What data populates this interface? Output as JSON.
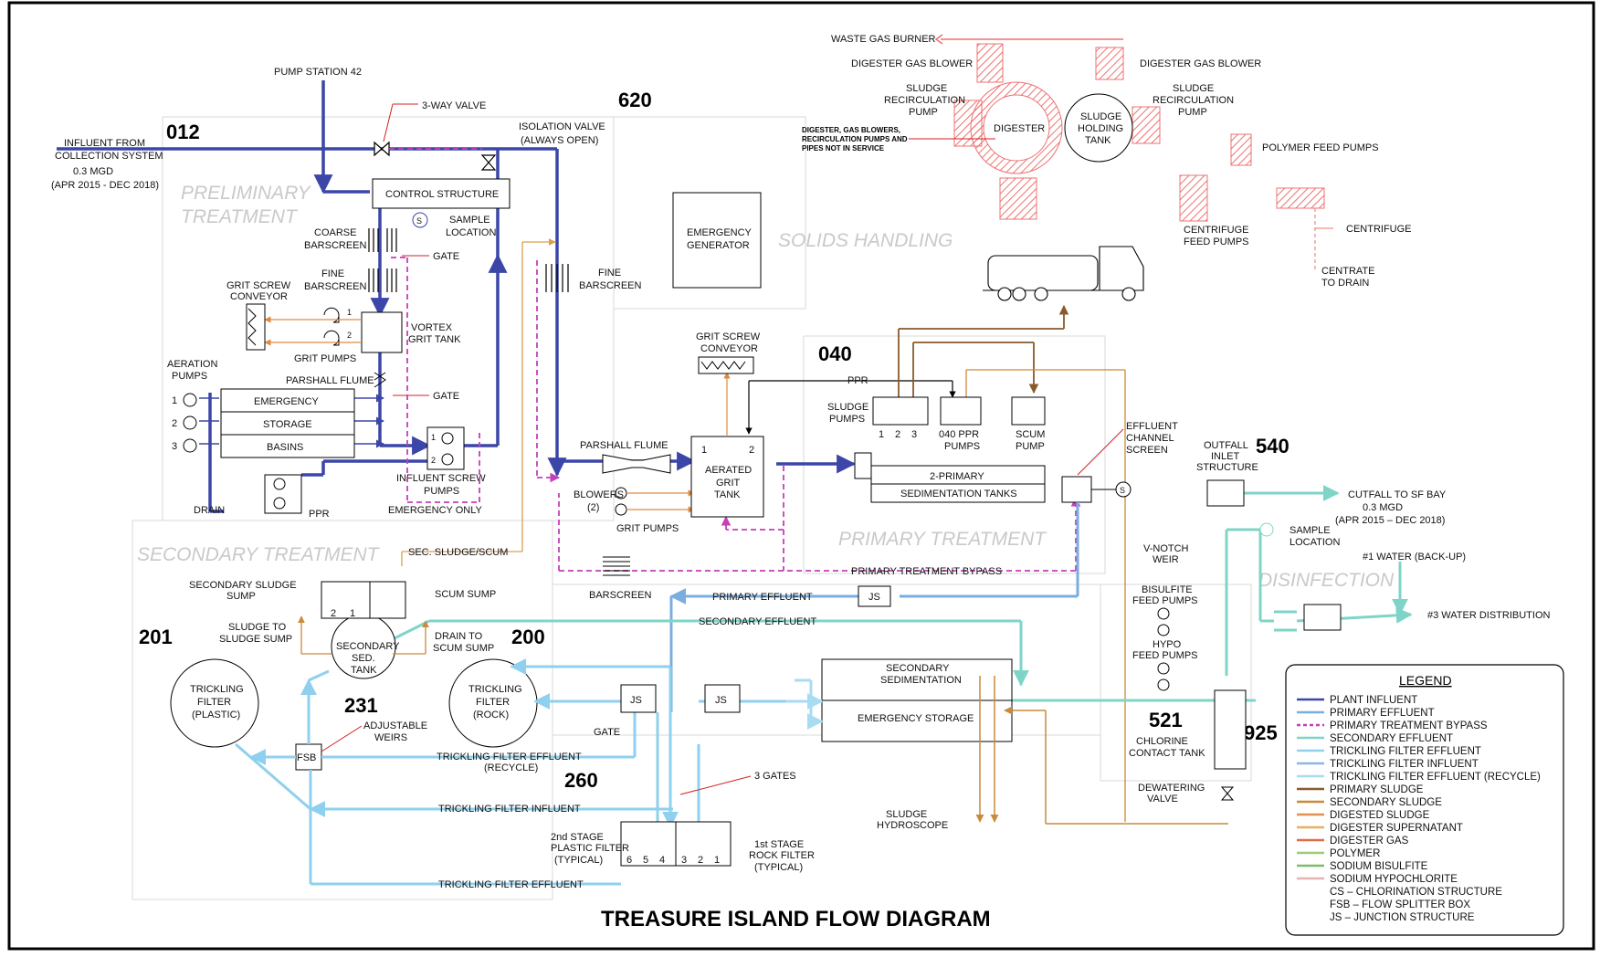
{
  "title": "TREASURE ISLAND FLOW DIAGRAM",
  "colors": {
    "plant_influent": "#3b46a8",
    "primary_effluent": "#7aaee0",
    "bypass": "#c43fb8",
    "secondary_effluent": "#7fd4c8",
    "tf_effluent": "#8fd0ee",
    "primary_sludge": "#8a5a2b",
    "secondary_sludge": "#c98a3a",
    "digested_sludge": "#e09050",
    "supernatant": "#e8b060",
    "digester_gas": "#e06a4a",
    "polymer": "#9ccc78",
    "bisulfite": "#7fba6a",
    "hypochlorite": "#e6b4b4",
    "solids": "#ef7070"
  },
  "areas": {
    "preliminary": "PRELIMINARY TREATMENT",
    "solids": "SOLIDS HANDLING",
    "primary": "PRIMARY TREATMENT",
    "secondary": "SECONDARY TREATMENT",
    "disinfection": "DISINFECTION"
  },
  "area_numbers": {
    "n012": "012",
    "n620": "620",
    "n040": "040",
    "n540": "540",
    "n201": "201",
    "n200": "200",
    "n231": "231",
    "n260": "260",
    "n521": "521",
    "n925": "925"
  },
  "labels": {
    "pump_station": "PUMP STATION 42",
    "three_way_valve": "3-WAY VALVE",
    "isolation_valve_1": "ISOLATION VALVE",
    "isolation_valve_2": "(ALWAYS OPEN)",
    "influent_1": "INFLUENT FROM",
    "influent_2": "COLLECTION SYSTEM",
    "influent_3": "0.3 MGD",
    "influent_4": "(APR 2015 - DEC 2018)",
    "control_structure": "CONTROL STRUCTURE",
    "sample_location_1": "SAMPLE",
    "sample_location_2": "LOCATION",
    "coarse_1": "COARSE",
    "coarse_2": "BARSCREEN",
    "gate": "GATE",
    "fine_1": "FINE",
    "fine_2": "BARSCREEN",
    "grit_conv_1": "GRIT SCREW",
    "grit_conv_2": "CONVEYOR",
    "vortex_1": "VORTEX",
    "vortex_2": "GRIT TANK",
    "grit_pumps": "GRIT PUMPS",
    "aeration_1": "AERATION",
    "aeration_2": "PUMPS",
    "parshall": "PARSHALL FLUME",
    "emergency": "EMERGENCY",
    "storage": "STORAGE",
    "basins": "BASINS",
    "drain": "DRAIN",
    "ppr": "PPR",
    "isp_1": "INFLUENT SCREW",
    "isp_2": "PUMPS",
    "emergency_only": "EMERGENCY ONLY",
    "emergency_gen_1": "EMERGENCY",
    "emergency_gen_2": "GENERATOR",
    "fine_bar_2_1": "FINE",
    "fine_bar_2_2": "BARSCREEN",
    "parshall_2": "PARSHALL FLUME",
    "blowers_1": "BLOWERS",
    "blowers_2": "(2)",
    "grit_pumps_2": "GRIT PUMPS",
    "aerated_1": "AERATED",
    "aerated_2": "GRIT",
    "aerated_3": "TANK",
    "grit_conv2_1": "GRIT SCREW",
    "grit_conv2_2": "CONVEYOR",
    "ppr_2": "PPR",
    "sludge_pumps_1": "SLUDGE",
    "sludge_pumps_2": "PUMPS",
    "ppr_pumps_1": "040 PPR",
    "ppr_pumps_2": "PUMPS",
    "scum_pump_1": "SCUM",
    "scum_pump_2": "PUMP",
    "two_primary": "2-PRIMARY",
    "sed_tanks": "SEDIMENTATION TANKS",
    "eff_channel_1": "EFFLUENT",
    "eff_channel_2": "CHANNEL",
    "eff_channel_3": "SCREEN",
    "barscreen": "BARSCREEN",
    "primary_bypass": "PRIMARY TREATMENT BYPASS",
    "primary_effluent": "PRIMARY EFFLUENT",
    "secondary_effluent": "SECONDARY EFFLUENT",
    "js": "JS",
    "sec_sludge_scum": "SEC. SLUDGE/SCUM",
    "sec_sludge_sump_1": "SECONDARY SLUDGE",
    "sec_sludge_sump_2": "SUMP",
    "scum_sump": "SCUM SUMP",
    "sludge_to_1": "SLUDGE TO",
    "sludge_to_2": "SLUDGE SUMP",
    "drain_to_1": "DRAIN TO",
    "drain_to_2": "SCUM SUMP",
    "sec_sed_tank_1": "SECONDARY",
    "sec_sed_tank_2": "SED.",
    "sec_sed_tank_3": "TANK",
    "tf_plastic_1": "TRICKLING",
    "tf_plastic_2": "FILTER",
    "tf_plastic_3": "(PLASTIC)",
    "tf_rock_1": "TRICKLING",
    "tf_rock_2": "FILTER",
    "tf_rock_3": "(ROCK)",
    "adj_weirs_1": "ADJUSTABLE",
    "adj_weirs_2": "WEIRS",
    "fsb": "FSB",
    "tfe_recycle_1": "TRICKLING FILTER EFFLUENT",
    "tfe_recycle_2": "(RECYCLE)",
    "tf_influent": "TRICKLING FILTER INFLUENT",
    "tf_effluent": "TRICKLING FILTER EFFLUENT",
    "gate_2": "GATE",
    "three_gates": "3 GATES",
    "second_stage_1": "2nd STAGE",
    "second_stage_2": "PLASTIC FILTER",
    "second_stage_3": "(TYPICAL)",
    "first_stage_1": "1st STAGE",
    "first_stage_2": "ROCK FILTER",
    "first_stage_3": "(TYPICAL)",
    "sec_sed_1": "SECONDARY",
    "sec_sed_2": "SEDIMENTATION",
    "emergency_storage": "EMERGENCY STORAGE",
    "hydroscope_1": "SLUDGE",
    "hydroscope_2": "HYDROSCOPE",
    "waste_gas": "WASTE GAS BURNER",
    "digester_blower_1": "DIGESTER GAS BLOWER",
    "digester_blower_2": "DIGESTER GAS BLOWER",
    "sludge_recirc_1": "SLUDGE",
    "sludge_recirc_2": "RECIRCULATION",
    "sludge_recirc_3": "PUMP",
    "digester": "DIGESTER",
    "digester_note_1": "DIGESTER, GAS BLOWERS,",
    "digester_note_2": "RECIRCULATION PUMPS AND",
    "digester_note_3": "PIPES NOT IN SERVICE",
    "holding_1": "SLUDGE",
    "holding_2": "HOLDING",
    "holding_3": "TANK",
    "polymer_pumps": "POLYMER FEED PUMPS",
    "centrifuge": "CENTRIFUGE",
    "centrifuge_feed_1": "CENTRIFUGE",
    "centrifuge_feed_2": "FEED PUMPS",
    "centrate_1": "CENTRATE",
    "centrate_2": "TO DRAIN",
    "outfall_1": "OUTFALL",
    "outfall_2": "INLET",
    "outfall_3": "STRUCTURE",
    "cutfall_1": "CUTFALL TO SF BAY",
    "cutfall_2": "0.3 MGD",
    "cutfall_3": "(APR 2015 – DEC 2018)",
    "sample_loc_1": "SAMPLE",
    "sample_loc_2": "LOCATION",
    "vnotch_1": "V-NOTCH",
    "vnotch_2": "WEIR",
    "water_backup": "#1 WATER (BACK-UP)",
    "water_dist": "#3 WATER DISTRIBUTION",
    "bisulfite_1": "BISULFITE",
    "bisulfite_2": "FEED PUMPS",
    "hypo_1": "HYPO",
    "hypo_2": "FEED PUMPS",
    "contact_1": "CHLORINE",
    "contact_2": "CONTACT TANK",
    "dewater_1": "DEWATERING",
    "dewater_2": "VALVE"
  },
  "legend": {
    "title": "LEGEND",
    "items": [
      {
        "label": "PLANT  INFLUENT",
        "color": "#3b46a8",
        "dash": false
      },
      {
        "label": "PRIMARY  EFFLUENT",
        "color": "#7aaee0",
        "dash": false
      },
      {
        "label": "PRIMARY  TREATMENT  BYPASS",
        "color": "#c43fb8",
        "dash": true
      },
      {
        "label": "SECONDARY  EFFLUENT",
        "color": "#7fd4c8",
        "dash": false
      },
      {
        "label": "TRICKLING  FILTER  EFFLUENT",
        "color": "#8fd0ee",
        "dash": false
      },
      {
        "label": "TRICKLING  FILTER  INFLUENT",
        "color": "#8ab8e6",
        "dash": false
      },
      {
        "label": "TRICKLING  FILTER  EFFLUENT  (RECYCLE)",
        "color": "#a8dcf2",
        "dash": false
      },
      {
        "label": "PRIMARY    SLUDGE",
        "color": "#8a5a2b",
        "dash": false
      },
      {
        "label": "SECONDARY  SLUDGE",
        "color": "#c98a3a",
        "dash": false
      },
      {
        "label": "DIGESTED  SLUDGE",
        "color": "#e09050",
        "dash": false
      },
      {
        "label": "DIGESTER  SUPERNATANT",
        "color": "#e8b060",
        "dash": false
      },
      {
        "label": "DIGESTER  GAS",
        "color": "#e06a4a",
        "dash": false
      },
      {
        "label": "POLYMER",
        "color": "#9ccc78",
        "dash": false
      },
      {
        "label": "SODIUM  BISULFITE",
        "color": "#7fba6a",
        "dash": false
      },
      {
        "label": "SODIUM  HYPOCHLORITE",
        "color": "#e6b4b4",
        "dash": false
      },
      {
        "label": "CS  –  CHLORINATION  STRUCTURE",
        "color": "",
        "dash": false
      },
      {
        "label": "FSB  –  FLOW  SPLITTER  BOX",
        "color": "",
        "dash": false
      },
      {
        "label": "JS  –  JUNCTION  STRUCTURE",
        "color": "",
        "dash": false
      }
    ]
  }
}
